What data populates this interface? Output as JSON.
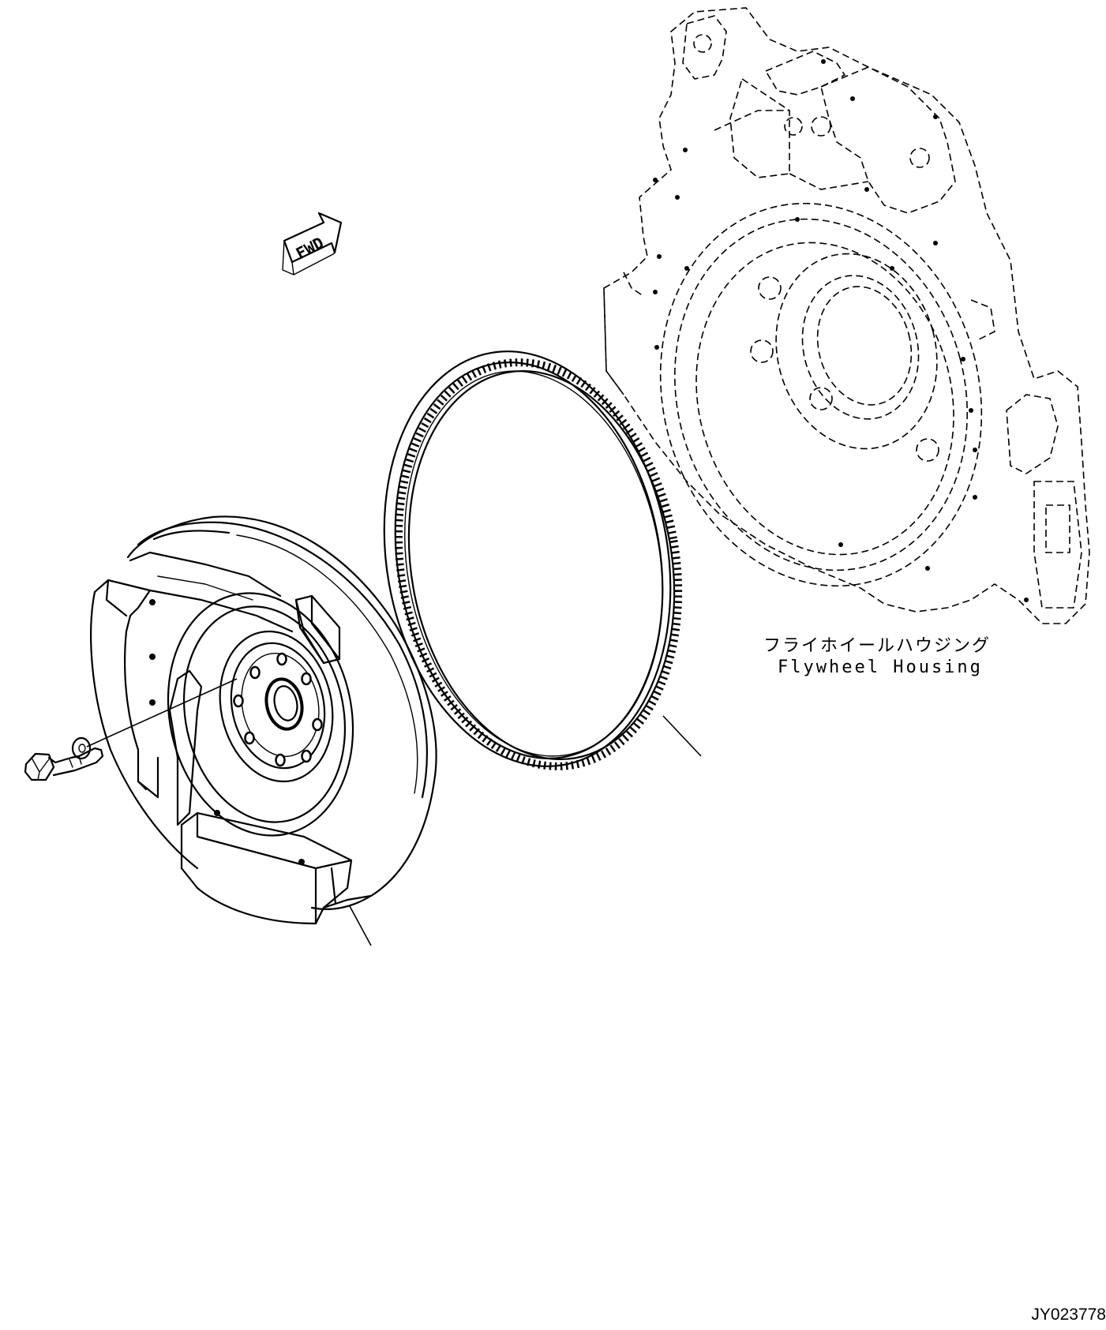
{
  "fwd_arrow": {
    "label": "FWD"
  },
  "callout": {
    "label_ja": "フライホイールハウジング",
    "label_en": "Flywheel Housing"
  },
  "drawing_id": "JY023778"
}
